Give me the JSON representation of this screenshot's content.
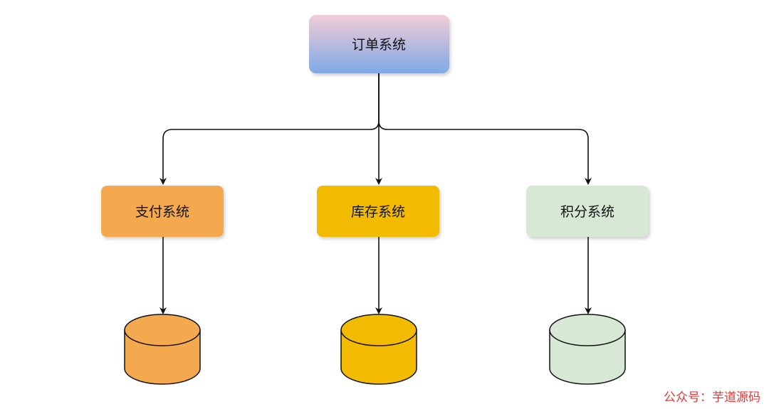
{
  "nodes": {
    "order": {
      "label": "订单系统"
    },
    "payment": {
      "label": "支付系统",
      "color": "#f4a94f"
    },
    "inventory": {
      "label": "库存系统",
      "color": "#f2bb00"
    },
    "points": {
      "label": "积分系统",
      "color": "#d7e9d5"
    }
  },
  "databases": {
    "payment": {
      "color": "#f4a94f"
    },
    "inventory": {
      "color": "#f2bb00"
    },
    "points": {
      "color": "#d7e9d5"
    }
  },
  "order_gradient": {
    "top": "#f2cdd6",
    "bottom": "#7fa9e6"
  },
  "watermark": {
    "text": "公众号：芋道源码",
    "color": "#e03a3a"
  }
}
